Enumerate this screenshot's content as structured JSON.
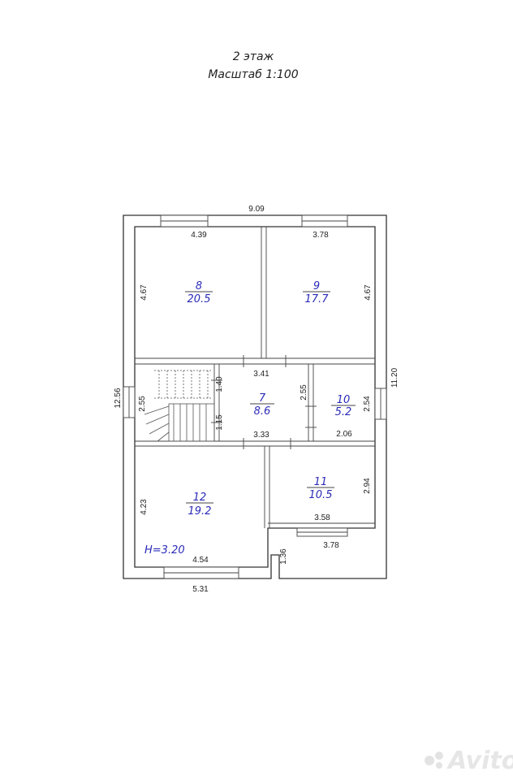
{
  "header": {
    "floor": "2 этаж",
    "scale": "Масштаб 1:100"
  },
  "dimensions": {
    "overall_width": "9.09",
    "overall_left": "12.56",
    "overall_right": "11.20",
    "r8_width": "4.39",
    "r8_height": "4.67",
    "r9_width": "3.78",
    "r9_height": "4.67",
    "stair_height": "2.55",
    "hall_top": "3.41",
    "hall_upper": "1.40",
    "hall_lower": "1.15",
    "hall_bottom": "3.33",
    "r10_height_left": "2.55",
    "r10_height_right": "2.54",
    "r10_width": "2.06",
    "r11_height": "2.94",
    "r11_width": "3.58",
    "r11_outer": "3.78",
    "r12_height": "4.23",
    "r12_width": "4.54",
    "bottom_width": "5.31",
    "step_depth": "1.36"
  },
  "rooms": [
    {
      "number": "8",
      "area": "20.5"
    },
    {
      "number": "9",
      "area": "17.7"
    },
    {
      "number": "7",
      "area": "8.6"
    },
    {
      "number": "10",
      "area": "5.2"
    },
    {
      "number": "11",
      "area": "10.5"
    },
    {
      "number": "12",
      "area": "19.2"
    }
  ],
  "ceiling_height": "H=3.20",
  "watermark": "Avito"
}
